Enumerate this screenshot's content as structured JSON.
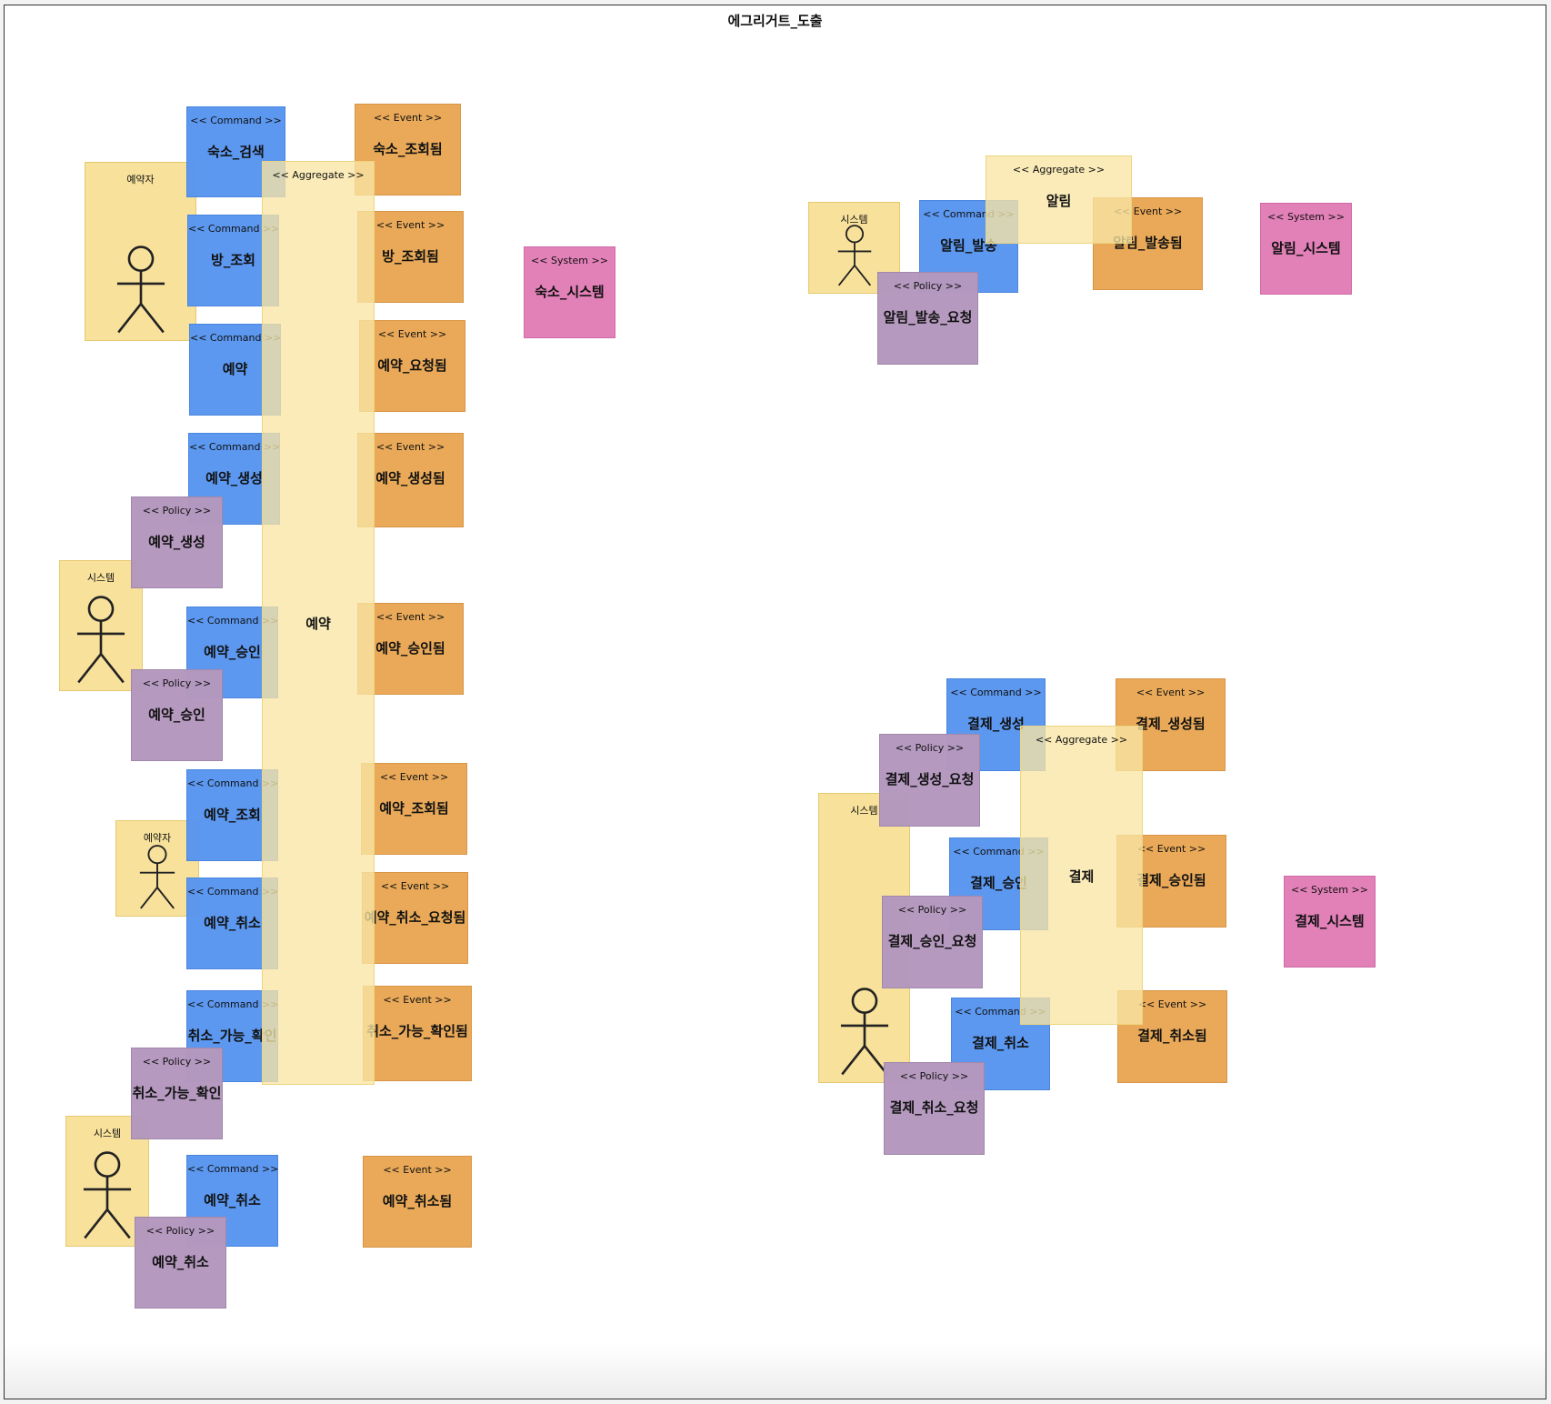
{
  "title": "에그리거트_도출",
  "colors": {
    "command": "#5795ef",
    "event": "#e8a653",
    "policy": "#b497be",
    "system": "#e17db7",
    "aggregate": "#f8e6a4",
    "actor": "#f6de92"
  },
  "stickies": [
    {
      "id": "agg-reservation",
      "type": "aggregate",
      "stereotype": "<< Aggregate >>",
      "name": "예약"
    },
    {
      "id": "actor-reserver-1",
      "type": "actor",
      "name": "예약자",
      "icon": "actor-icon"
    },
    {
      "id": "actor-system-1",
      "type": "actor",
      "name": "시스템",
      "icon": "actor-icon"
    },
    {
      "id": "actor-reserver-2",
      "type": "actor",
      "name": "예약자",
      "icon": "actor-icon"
    },
    {
      "id": "actor-system-2",
      "type": "actor",
      "name": "시스템",
      "icon": "actor-icon"
    },
    {
      "id": "cmd-search",
      "type": "command",
      "stereotype": "<< Command >>",
      "name": "숙소_검색"
    },
    {
      "id": "cmd-room",
      "type": "command",
      "stereotype": "<< Command >>",
      "name": "방_조회"
    },
    {
      "id": "cmd-reserve",
      "type": "command",
      "stereotype": "<< Command >>",
      "name": "예약"
    },
    {
      "id": "cmd-create",
      "type": "command",
      "stereotype": "<< Command >>",
      "name": "예약_생성"
    },
    {
      "id": "cmd-approve",
      "type": "command",
      "stereotype": "<< Command >>",
      "name": "예약_승인"
    },
    {
      "id": "cmd-inquiry",
      "type": "command",
      "stereotype": "<< Command >>",
      "name": "예약_조회"
    },
    {
      "id": "cmd-cancel-1",
      "type": "command",
      "stereotype": "<< Command >>",
      "name": "예약_취소"
    },
    {
      "id": "cmd-cancel-check",
      "type": "command",
      "stereotype": "<< Command >>",
      "name": "취소_가능_확인"
    },
    {
      "id": "cmd-cancel-2",
      "type": "command",
      "stereotype": "<< Command >>",
      "name": "예약_취소"
    },
    {
      "id": "pol-create",
      "type": "policy",
      "stereotype": "<< Policy >>",
      "name": "예약_생성"
    },
    {
      "id": "pol-approve",
      "type": "policy",
      "stereotype": "<< Policy >>",
      "name": "예약_승인"
    },
    {
      "id": "pol-cancel-check",
      "type": "policy",
      "stereotype": "<< Policy >>",
      "name": "취소_가능_확인"
    },
    {
      "id": "pol-cancel",
      "type": "policy",
      "stereotype": "<< Policy >>",
      "name": "예약_취소"
    },
    {
      "id": "evt-searched",
      "type": "event",
      "stereotype": "<< Event >>",
      "name": "숙소_조회됨"
    },
    {
      "id": "evt-room",
      "type": "event",
      "stereotype": "<< Event >>",
      "name": "방_조회됨"
    },
    {
      "id": "evt-requested",
      "type": "event",
      "stereotype": "<< Event >>",
      "name": "예약_요청됨"
    },
    {
      "id": "evt-created",
      "type": "event",
      "stereotype": "<< Event >>",
      "name": "예약_생성됨"
    },
    {
      "id": "evt-approved",
      "type": "event",
      "stereotype": "<< Event >>",
      "name": "예약_승인됨"
    },
    {
      "id": "evt-inquired",
      "type": "event",
      "stereotype": "<< Event >>",
      "name": "예약_조회됨"
    },
    {
      "id": "evt-cancel-req",
      "type": "event",
      "stereotype": "<< Event >>",
      "name": "예약_취소_요청됨"
    },
    {
      "id": "evt-cancel-ok",
      "type": "event",
      "stereotype": "<< Event >>",
      "name": "취소_가능_확인됨"
    },
    {
      "id": "evt-cancelled",
      "type": "event",
      "stereotype": "<< Event >>",
      "name": "예약_취소됨"
    },
    {
      "id": "sys-lodging",
      "type": "system",
      "stereotype": "<< System >>",
      "name": "숙소_시스템"
    },
    {
      "id": "actor-system-3",
      "type": "actor",
      "name": "시스템",
      "icon": "actor-icon"
    },
    {
      "id": "cmd-notify",
      "type": "command",
      "stereotype": "<< Command >>",
      "name": "알림_발송"
    },
    {
      "id": "pol-notify",
      "type": "policy",
      "stereotype": "<< Policy >>",
      "name": "알림_발송_요청"
    },
    {
      "id": "evt-notified",
      "type": "event",
      "stereotype": "<< Event >>",
      "name": "알림_발송됨"
    },
    {
      "id": "agg-notification",
      "type": "aggregate",
      "stereotype": "<< Aggregate >>",
      "name": "알림"
    },
    {
      "id": "sys-notification",
      "type": "system",
      "stereotype": "<< System >>",
      "name": "알림_시스템"
    },
    {
      "id": "actor-system-4",
      "type": "actor",
      "name": "시스템",
      "icon": "actor-icon"
    },
    {
      "id": "cmd-pay-create",
      "type": "command",
      "stereotype": "<< Command >>",
      "name": "결제_생성"
    },
    {
      "id": "cmd-pay-approve",
      "type": "command",
      "stereotype": "<< Command >>",
      "name": "결제_승인"
    },
    {
      "id": "cmd-pay-cancel",
      "type": "command",
      "stereotype": "<< Command >>",
      "name": "결제_취소"
    },
    {
      "id": "agg-payment",
      "type": "aggregate",
      "stereotype": "<< Aggregate >>",
      "name": "결제"
    },
    {
      "id": "pol-pay-create",
      "type": "policy",
      "stereotype": "<< Policy >>",
      "name": "결제_생성_요청"
    },
    {
      "id": "pol-pay-approve",
      "type": "policy",
      "stereotype": "<< Policy >>",
      "name": "결제_승인_요청"
    },
    {
      "id": "pol-pay-cancel",
      "type": "policy",
      "stereotype": "<< Policy >>",
      "name": "결제_취소_요청"
    },
    {
      "id": "evt-pay-created",
      "type": "event",
      "stereotype": "<< Event >>",
      "name": "결제_생성됨"
    },
    {
      "id": "evt-pay-approved",
      "type": "event",
      "stereotype": "<< Event >>",
      "name": "결제_승인됨"
    },
    {
      "id": "evt-pay-cancelled",
      "type": "event",
      "stereotype": "<< Event >>",
      "name": "결제_취소됨"
    },
    {
      "id": "sys-payment",
      "type": "system",
      "stereotype": "<< System >>",
      "name": "결제_시스템"
    }
  ]
}
